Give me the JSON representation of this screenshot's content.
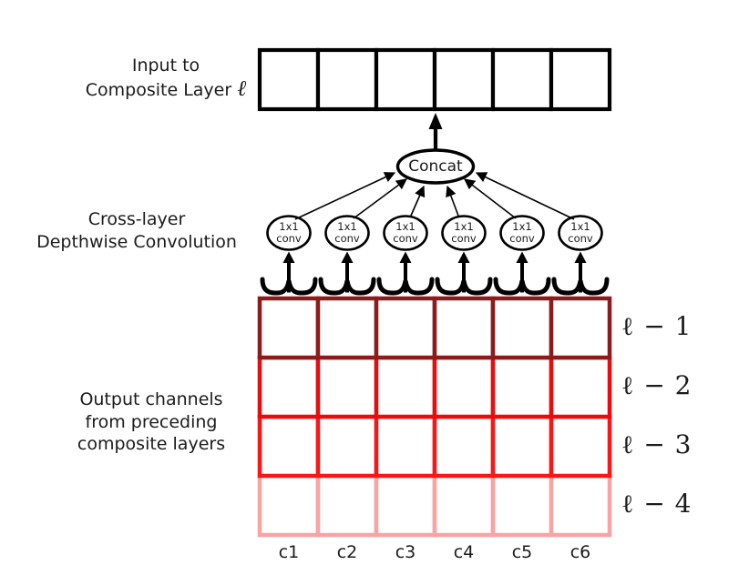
{
  "title": "Cross-layer depthwise convolution figure",
  "labels": {
    "input": {
      "line1": "Input to",
      "line2": "Composite Layer",
      "ell": "ℓ"
    },
    "cross_layer": {
      "line1": "Cross-layer",
      "line2": "Depthwise Convolution"
    },
    "output_channels": {
      "line1": "Output channels",
      "line2": "from preceding",
      "line3": "composite layers"
    }
  },
  "concat": {
    "label": "Concat"
  },
  "conv_node": {
    "line1": "1x1",
    "line2": "conv",
    "count": 6
  },
  "input_row": {
    "cells": 6,
    "border_color": "#000000"
  },
  "grid": {
    "rows": [
      {
        "label": "ℓ − 1",
        "color": "#8e1b1b"
      },
      {
        "label": "ℓ − 2",
        "color": "#e80c0c"
      },
      {
        "label": "ℓ − 3",
        "color": "#f91616"
      },
      {
        "label": "ℓ − 4",
        "color": "#f9a3a3"
      }
    ],
    "columns": [
      "c1",
      "c2",
      "c3",
      "c4",
      "c5",
      "c6"
    ]
  }
}
